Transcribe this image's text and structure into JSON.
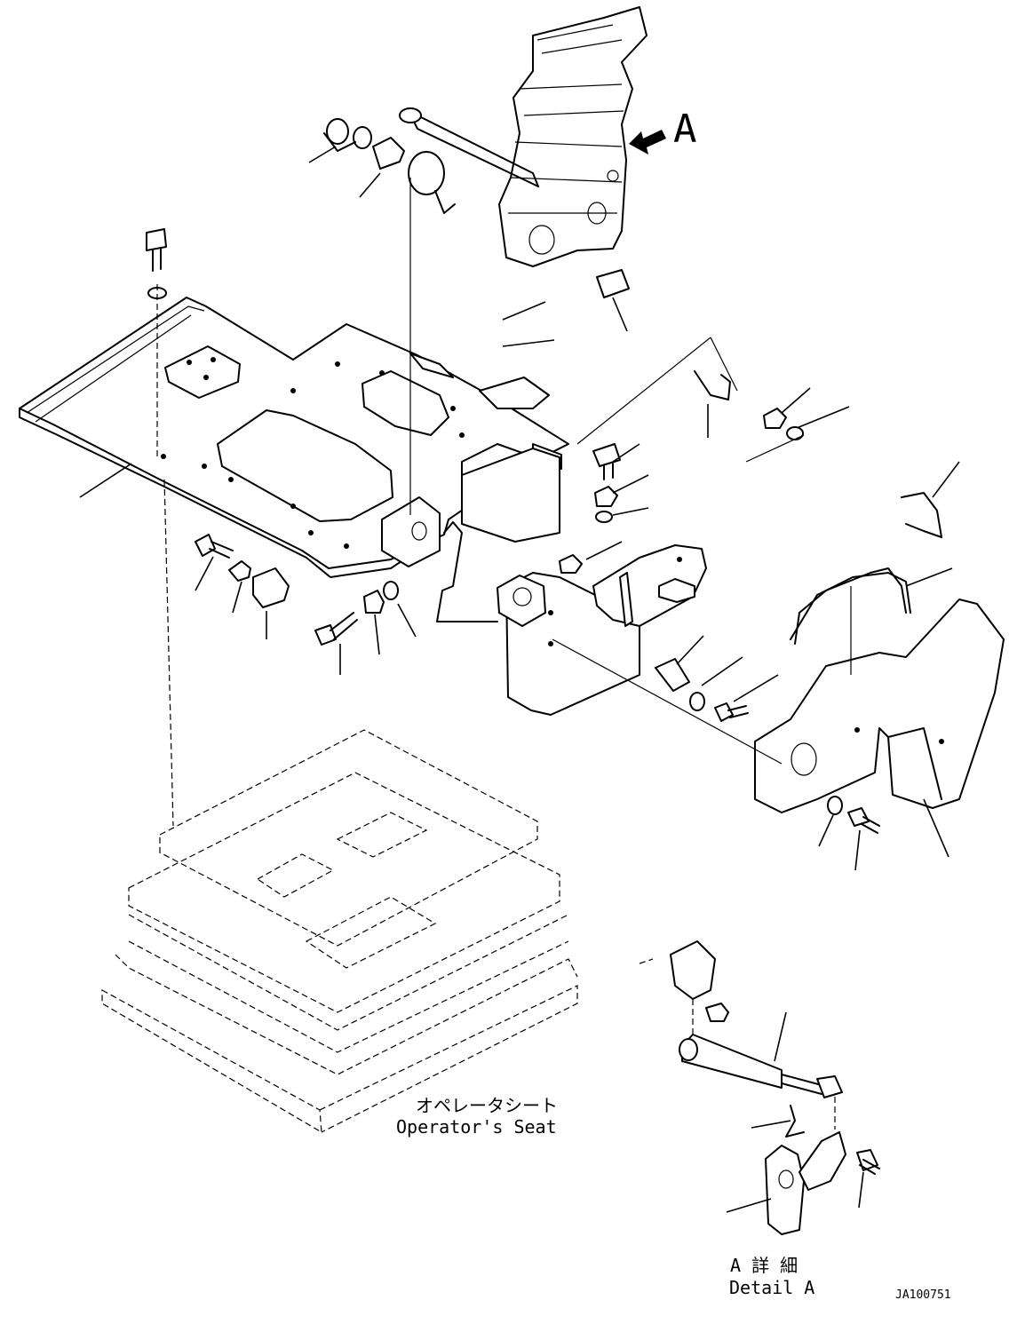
{
  "view_label": "A",
  "seat_label_jp": "オペレータシート",
  "seat_label_en": "Operator's Seat",
  "detail_label_jp": "A 詳 細",
  "detail_label_en": "Detail A",
  "drawing_number": "JA100751"
}
